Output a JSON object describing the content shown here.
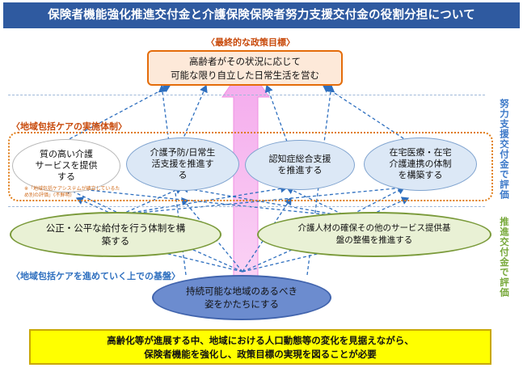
{
  "title": "保険者機能強化推進交付金と介護保険保険者努力支援交付金の役割分担について",
  "goal": {
    "label": "〈最終的な政策目標〉",
    "lines": [
      "高齢者がその状況に応じて",
      "可能な限り自立した日常生活を営む"
    ]
  },
  "care_system": {
    "label": "〈地域包括ケアの実施体制〉",
    "items": [
      {
        "lines": [
          "質の高い介護",
          "サービスを提供",
          "する"
        ]
      },
      {
        "lines": [
          "介護予防/日常生",
          "活支援を推進す",
          "る"
        ]
      },
      {
        "lines": [
          "認知症総合支援",
          "を推進する"
        ]
      },
      {
        "lines": [
          "在宅医療・在宅",
          "介護連携の体制",
          "を構築する"
        ]
      }
    ],
    "note": "※「地域包括ケアシステムが確立しているため別の評価」(不鮮明)"
  },
  "foundation": {
    "label": "〈地域包括ケアを進めていく上での基盤〉",
    "items": [
      {
        "lines": [
          "公正・公平な給付を行う体制を構",
          "築する"
        ]
      },
      {
        "lines": [
          "介護人材の確保その他のサービス提供基",
          "盤の整備を推進する"
        ]
      }
    ]
  },
  "base": {
    "lines": [
      "持続可能な地域のあるべき",
      "姿をかたちにする"
    ]
  },
  "side_labels": {
    "upper": "努力支援交付金で評価",
    "lower": "推進交付金で評価"
  },
  "bottom": {
    "lines": [
      "高齢化等が進展する中、地域における人口動態等の変化を見据えながら、",
      "保険者機能を強化し、政策目標の実現を図ることが必要"
    ]
  },
  "colors": {
    "title_bg": "#2f5aa0",
    "goal_border": "#e46c0a",
    "label_orange": "#c8490a",
    "side_blue": "#3b78c8",
    "side_green": "#77a83a",
    "arrow": "#2e6fbf",
    "big_arrow": "#f9b6ef",
    "bottom_bg": "#ffff00"
  }
}
